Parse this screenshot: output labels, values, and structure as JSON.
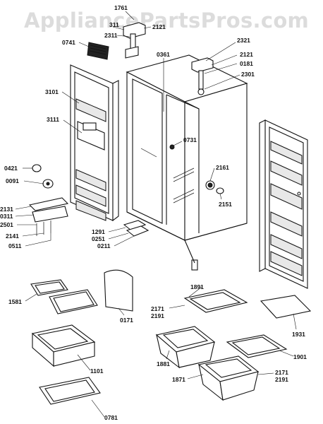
{
  "watermark": "AppliancePartsPros.com",
  "part_labels": {
    "p1761": "1761",
    "p311": "311",
    "p2121a": "2121",
    "p2311": "2311",
    "p0741": "0741",
    "p2321": "2321",
    "p0361": "0361",
    "p2121b": "2121",
    "p0181": "0181",
    "p2301": "2301",
    "p3101": "3101",
    "p3111": "3111",
    "p0731": "0731",
    "p0421": "0421",
    "p0091": "0091",
    "p2161": "2161",
    "p2151": "2151",
    "p2131": "2131",
    "p0311": "0311",
    "p2501": "2501",
    "p2141": "2141",
    "p0511": "0511",
    "p1291": "1291",
    "p0251": "0251",
    "p0211": "0211",
    "p1891": "1891",
    "p1581": "1581",
    "p0171": "0171",
    "p2171a": "2171",
    "p2191a": "2191",
    "p1931": "1931",
    "p1881": "1881",
    "p1901": "1901",
    "p1101": "1101",
    "p1871": "1871",
    "p2171b": "2171",
    "p2191b": "2191",
    "p0781": "0781"
  }
}
